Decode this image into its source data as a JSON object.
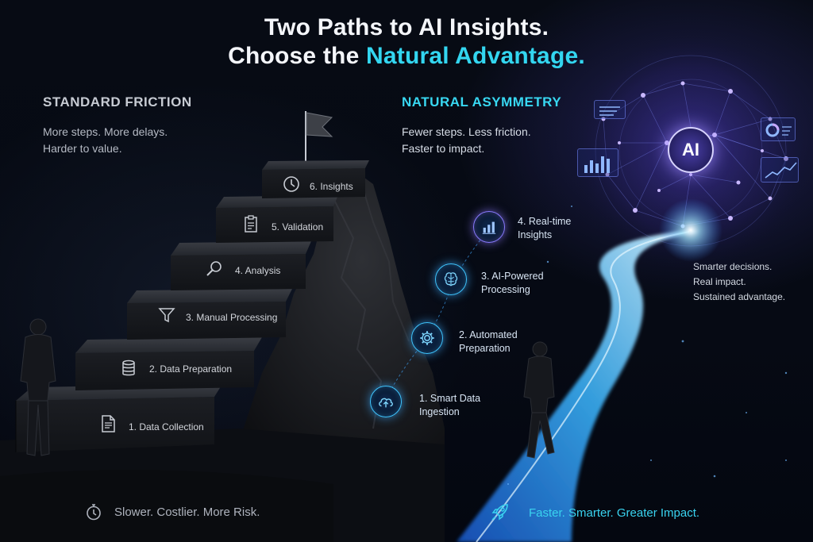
{
  "header": {
    "title_line1": "Two Paths to AI Insights.",
    "title_line2_prefix": "Choose the ",
    "title_line2_accent": "Natural Advantage."
  },
  "left_path": {
    "heading": "STANDARD FRICTION",
    "subtitle_line1": "More steps. More delays.",
    "subtitle_line2": "Harder to value.",
    "steps": [
      {
        "label": "1. Data Collection",
        "icon": "document-icon"
      },
      {
        "label": "2. Data Preparation",
        "icon": "database-icon"
      },
      {
        "label": "3. Manual Processing",
        "icon": "funnel-icon"
      },
      {
        "label": "4. Analysis",
        "icon": "magnifier-icon"
      },
      {
        "label": "5. Validation",
        "icon": "clipboard-icon"
      },
      {
        "label": "6. Insights",
        "icon": "clock-icon"
      }
    ],
    "footer": "Slower. Costlier. More Risk."
  },
  "right_path": {
    "heading": "NATURAL ASYMMETRY",
    "subtitle_line1": "Fewer steps. Less friction.",
    "subtitle_line2": "Faster to impact.",
    "steps": [
      {
        "line1": "1. Smart Data",
        "line2": "Ingestion",
        "icon": "cloud-upload-icon"
      },
      {
        "line1": "2. Automated",
        "line2": "Preparation",
        "icon": "gear-icon"
      },
      {
        "line1": "3. AI-Powered",
        "line2": "Processing",
        "icon": "brain-icon"
      },
      {
        "line1": "4. Real-time",
        "line2": "Insights",
        "icon": "bar-chart-icon"
      }
    ],
    "ai_label": "AI",
    "outcomes": [
      "Smarter decisions.",
      "Real impact.",
      "Sustained advantage."
    ],
    "footer": "Faster. Smarter. Greater Impact."
  },
  "colors": {
    "accent_cyan": "#33d6f0",
    "node_blue": "#3fc6ff",
    "ai_purple": "#8a6cff",
    "background": "#05080f"
  }
}
